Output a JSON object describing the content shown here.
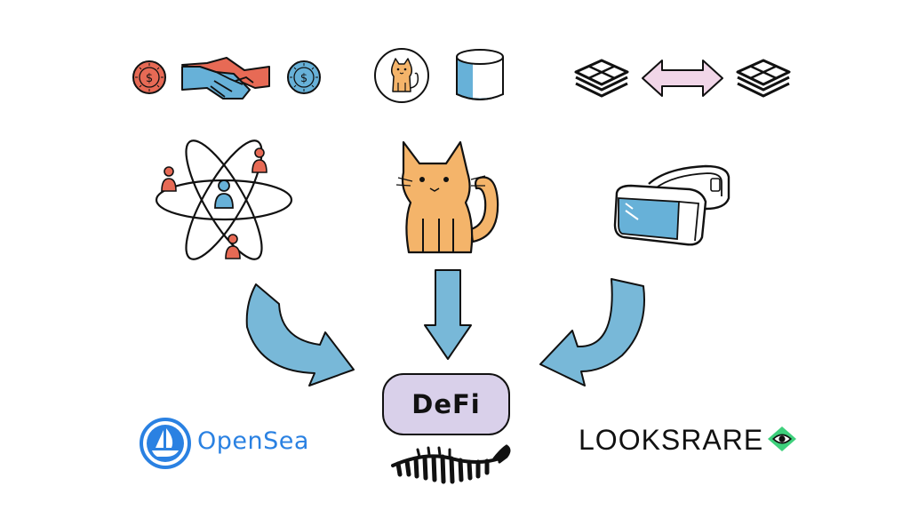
{
  "center": {
    "label": "DeFi"
  },
  "marketplaces": {
    "opensea": {
      "name": "OpenSea",
      "color": "#2a81e2"
    },
    "looksrare": {
      "name": "LOOKSRARE",
      "color": "#111111",
      "accent": "#3ed07c"
    }
  },
  "colors": {
    "coral": "#e76a55",
    "blue": "#67b1d8",
    "cat": "#f4b46a",
    "arrow": "#78b8d8",
    "defi_fill": "#d9d0ea",
    "swap_arrow": "#f1d6e8"
  }
}
